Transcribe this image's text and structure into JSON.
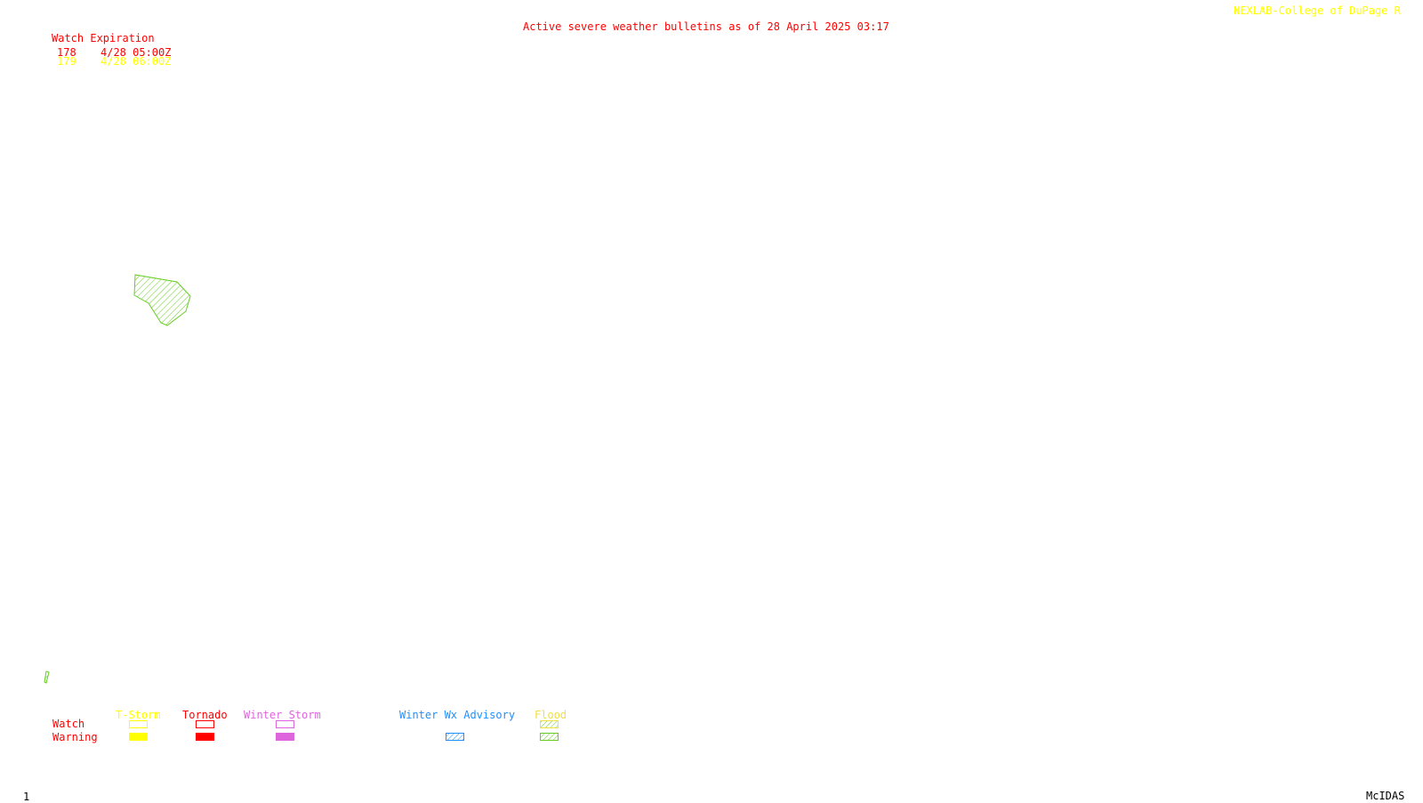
{
  "header": {
    "credit": "NEXLAB-College of DuPage R",
    "bulletin_title": "Active severe weather bulletins as of 28 April 2025 03:17"
  },
  "watch_table": {
    "heading": "Watch Expiration",
    "rows": [
      {
        "number": "178",
        "expiration": "4/28 05:00Z",
        "color": "#ff0000"
      },
      {
        "number": "179",
        "expiration": "4/28 06:00Z",
        "color": "#ffff00"
      }
    ]
  },
  "map": {
    "flood_warning_areas": 2,
    "colors": {
      "flood_hatch": "#66cc22"
    }
  },
  "legend": {
    "row_labels": {
      "watch": "Watch",
      "warning": "Warning"
    },
    "columns": [
      {
        "label": "T-Storm",
        "color": "#ffff00",
        "watch": "outline",
        "warning": "filled"
      },
      {
        "label": "Tornado",
        "color": "#ff0000",
        "watch": "outline",
        "warning": "filled"
      },
      {
        "label": "Winter Storm",
        "color": "#dd66dd",
        "watch": "outline",
        "warning": "filled"
      },
      {
        "label": "Winter Wx Advisory",
        "color": "#1e90ff",
        "watch": "none",
        "warning": "hatched"
      },
      {
        "label": "Flood",
        "color": "#f0e040",
        "watch": "hatched",
        "warning": "hatched"
      }
    ]
  },
  "footer": {
    "frame_number": "1",
    "software": "McIDAS"
  }
}
